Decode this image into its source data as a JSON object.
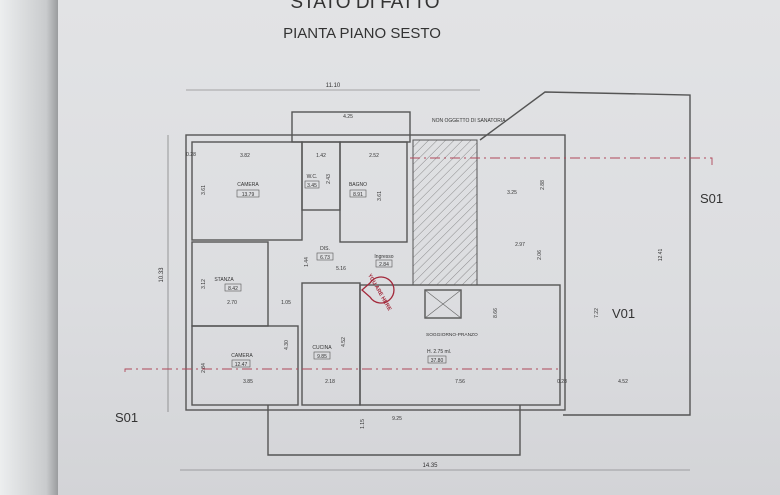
{
  "title": "STATO DI FATTO",
  "subtitle": "PIANTA PIANO SESTO",
  "section_labels": {
    "s01_left": "S01",
    "s01_right": "S01",
    "v01": "V01"
  },
  "note": "NON OGGETTO\nDI SANATORIA",
  "you_are_here": "YOU ARE HERE",
  "rooms": [
    {
      "name": "CAMERA",
      "area": "13.79"
    },
    {
      "name": "W.C.",
      "area": "3.45"
    },
    {
      "name": "BAGNO",
      "area": "8.91"
    },
    {
      "name": "DIS.",
      "area": "6.73"
    },
    {
      "name": "Ingresso",
      "area": "2.84"
    },
    {
      "name": "STANZA",
      "area": "8.42"
    },
    {
      "name": "CAMERA",
      "area": "12.47"
    },
    {
      "name": "CUCINA",
      "area": "9.85"
    },
    {
      "name": "SOGGIORNO-PRANZO",
      "height": "H. 2.75 ml.",
      "area": "37.80"
    }
  ],
  "dimensions": {
    "total_top": "11.10",
    "total_bottom": "14.35",
    "top_425": "4.25",
    "d382": "3.82",
    "d142": "1.42",
    "d252": "2.52",
    "d028": "0.28",
    "d361": "3.61",
    "d243": "2.43",
    "d361b": "3.61",
    "d516": "5.16",
    "d144": "1.44",
    "d312": "3.12",
    "d270": "2.70",
    "d105": "1.05",
    "d430": "4.30",
    "d452": "4.52",
    "d284": "2.84",
    "d385": "3.85",
    "d218": "2.18",
    "d756": "7.56",
    "d925": "9.25",
    "d115": "1.15",
    "d1033": "10.33",
    "d325": "3.25",
    "d297": "2.97",
    "d866": "8.66",
    "d722": "7.22",
    "d452b": "4.52",
    "d1241": "12.41",
    "d206": "2.06",
    "d288": "2.88",
    "d028b": "0.28"
  },
  "colors": {
    "paper": "#dcdde0",
    "line": "#555555",
    "section_line": "#b0485a",
    "stamp": "#a3283a"
  }
}
